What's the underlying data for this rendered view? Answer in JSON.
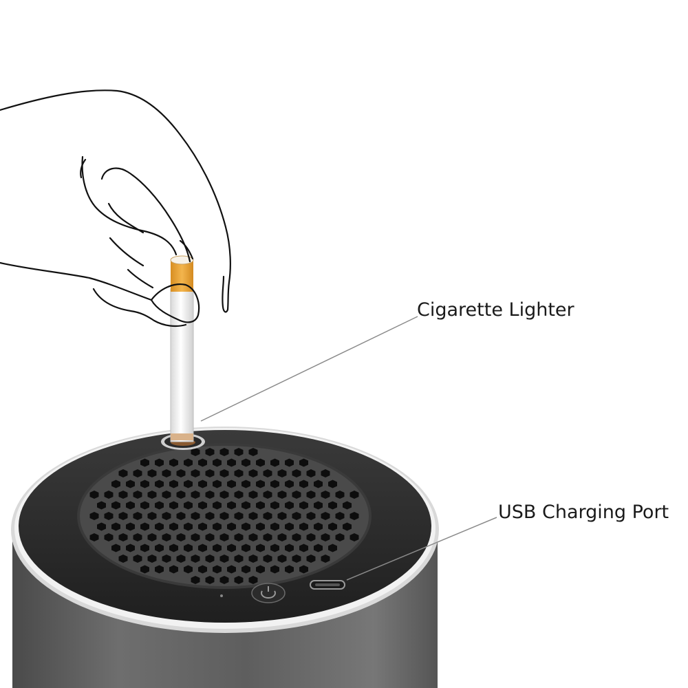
{
  "callouts": {
    "lighter": "Cigarette Lighter",
    "usb": "USB Charging Port"
  },
  "colors": {
    "background": "#ffffff",
    "body": "#5b5b5b",
    "top_ring": "#2b2b2b",
    "vent_holes": "#0d0d0d",
    "filter": "#e8a43a",
    "cigarette": "#f4f4f4",
    "leader_line": "#8a8a8a"
  },
  "icons": [
    "hand-illustration",
    "cigarette-icon",
    "power-button-icon",
    "usb-port-icon"
  ]
}
